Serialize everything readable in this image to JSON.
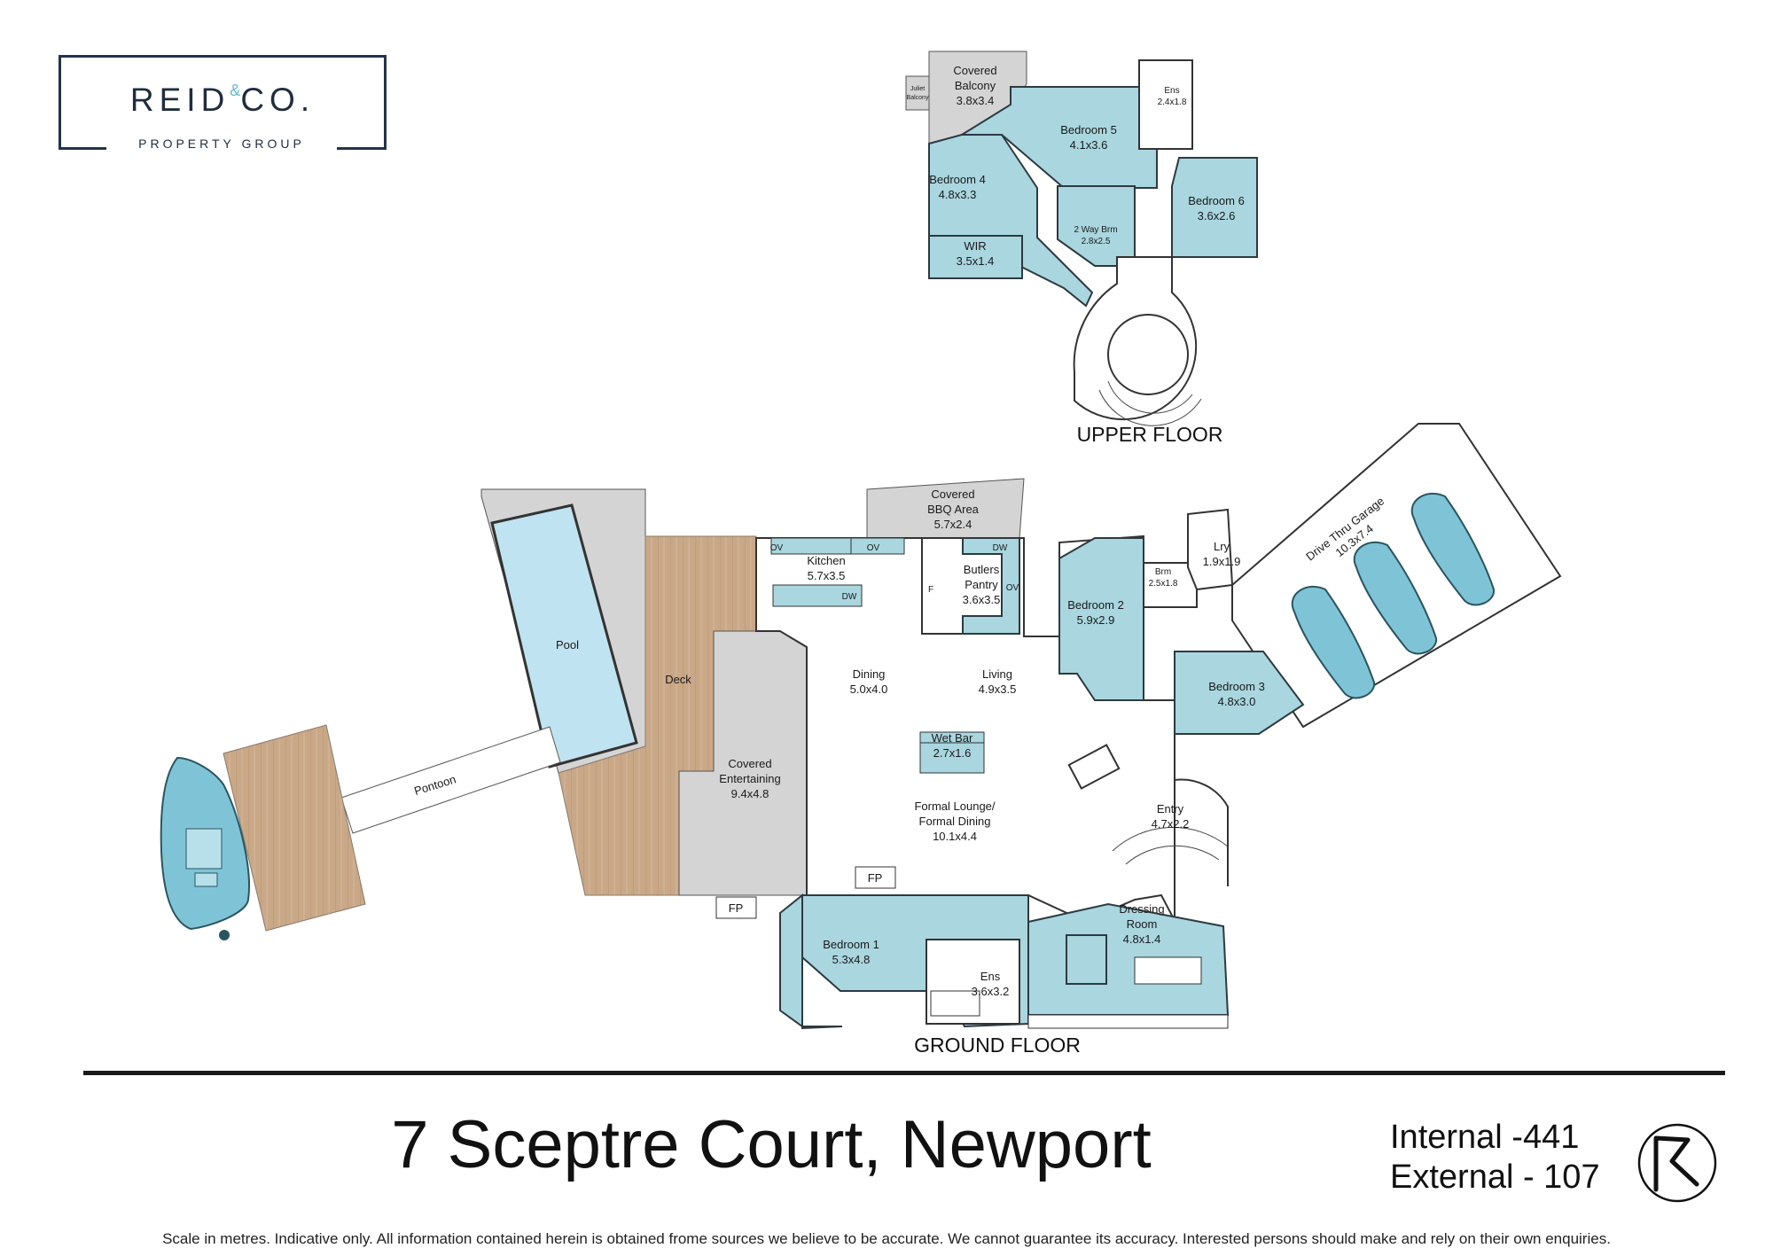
{
  "brand": {
    "name_left": "REID",
    "name_amp": "&",
    "name_right": "CO.",
    "tagline": "PROPERTY GROUP"
  },
  "floors": {
    "upper_title": "UPPER FLOOR",
    "ground_title": "GROUND FLOOR"
  },
  "upper_rooms": {
    "covered_balcony": {
      "name": "Covered\nBalcony",
      "l1": "Covered",
      "l2": "Balcony",
      "dim": "3.8x3.4"
    },
    "juliet_balcony": {
      "l1": "Juliet",
      "l2": "Balcony"
    },
    "ens": {
      "name": "Ens",
      "dim": "2.4x1.8"
    },
    "bedroom5": {
      "name": "Bedroom 5",
      "dim": "4.1x3.6"
    },
    "bedroom4": {
      "name": "Bedroom 4",
      "dim": "4.8x3.3"
    },
    "bedroom6": {
      "name": "Bedroom 6",
      "dim": "3.6x2.6"
    },
    "two_way_brm": {
      "name": "2 Way Brm",
      "dim": "2.8x2.5"
    },
    "wir": {
      "name": "WIR",
      "dim": "3.5x1.4"
    }
  },
  "ground_rooms": {
    "covered_bbq": {
      "l1": "Covered",
      "l2": "BBQ Area",
      "dim": "5.7x2.4"
    },
    "kitchen": {
      "name": "Kitchen",
      "dim": "5.7x3.5"
    },
    "butlers_pantry": {
      "l1": "Butlers",
      "l2": "Pantry",
      "dim": "3.6x3.5"
    },
    "bedroom2": {
      "name": "Bedroom 2",
      "dim": "5.9x2.9"
    },
    "brm": {
      "name": "Brm",
      "dim": "2.5x1.8"
    },
    "lry": {
      "name": "Lry",
      "dim": "1.9x1.9"
    },
    "garage": {
      "name": "Drive Thru Garage",
      "dim": "10.3x7.4"
    },
    "bedroom3": {
      "name": "Bedroom 3",
      "dim": "4.8x3.0"
    },
    "pool": {
      "name": "Pool"
    },
    "deck": {
      "name": "Deck"
    },
    "pontoon": {
      "name": "Pontoon"
    },
    "dining": {
      "name": "Dining",
      "dim": "5.0x4.0"
    },
    "living": {
      "name": "Living",
      "dim": "4.9x3.5"
    },
    "wet_bar": {
      "name": "Wet Bar",
      "dim": "2.7x1.6"
    },
    "covered_entertaining": {
      "l1": "Covered",
      "l2": "Entertaining",
      "dim": "9.4x4.8"
    },
    "formal": {
      "l1": "Formal Lounge/",
      "l2": "Formal Dining",
      "dim": "10.1x4.4"
    },
    "entry": {
      "name": "Entry",
      "dim": "4.7x2.2"
    },
    "dressing": {
      "l1": "Dressing",
      "l2": "Room",
      "dim": "4.8x1.4"
    },
    "bedroom1": {
      "name": "Bedroom 1",
      "dim": "5.3x4.8"
    },
    "ens1": {
      "name": "Ens",
      "dim": "3.6x3.2"
    }
  },
  "fixtures": {
    "ov": "OV",
    "dw": "DW",
    "fp": "FP",
    "f": "F"
  },
  "footer": {
    "address": "7 Sceptre Court, Newport",
    "internal": "Internal -441",
    "external": "External - 107",
    "disclaimer": "Scale in metres. Indicative only. All information contained herein is obtained frome sources we believe to be accurate. We cannot guarantee its accuracy. Interested persons should make and rely on their own enquiries."
  },
  "colors": {
    "room_fill": "#a9d6df",
    "outdoor_grey": "#d4d4d4",
    "deck_wood": "#c9a888",
    "brand_navy": "#1f2d3d",
    "brand_accent": "#6bb7c9"
  },
  "icons": [
    "compass-north-icon",
    "car-icon",
    "boat-icon"
  ]
}
